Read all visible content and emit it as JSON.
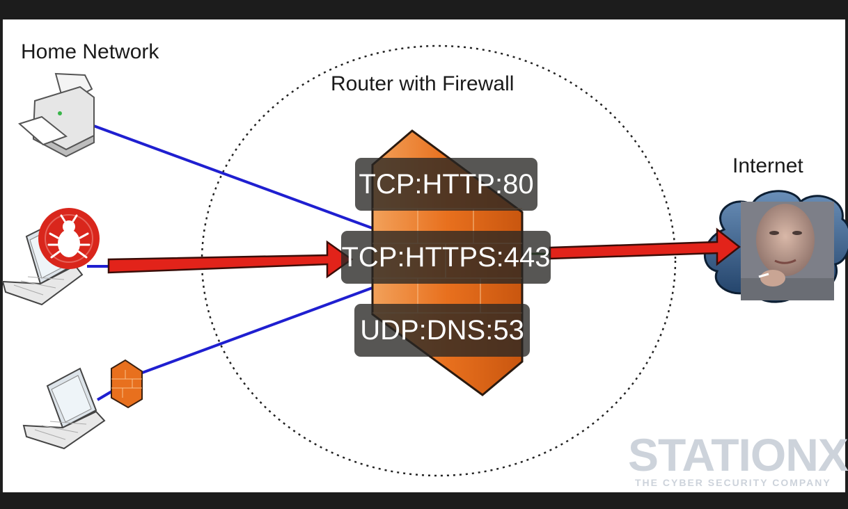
{
  "diagram": {
    "title_home": "Home Network",
    "title_router": "Router with Firewall",
    "title_internet": "Internet",
    "rules": [
      {
        "label": "TCP:HTTP:80"
      },
      {
        "label": "TCP:HTTPS:443"
      },
      {
        "label": "UDP:DNS:53"
      }
    ],
    "nodes": [
      {
        "name": "printer",
        "icon": "printer-icon"
      },
      {
        "name": "infected-laptop",
        "icon": "malware-bug-icon"
      },
      {
        "name": "protected-laptop",
        "icon": "firewall-brick-icon"
      },
      {
        "name": "internet-attacker",
        "icon": "cloud-icon"
      }
    ],
    "colors": {
      "link_line": "#1f1fd0",
      "malicious_arrow": "#e2231a",
      "firewall": "#e8701e",
      "bug_badge": "#d9261c",
      "boundary": "#222222"
    }
  },
  "watermark": {
    "brand": "STATIONX",
    "tagline": "THE CYBER SECURITY COMPANY"
  }
}
